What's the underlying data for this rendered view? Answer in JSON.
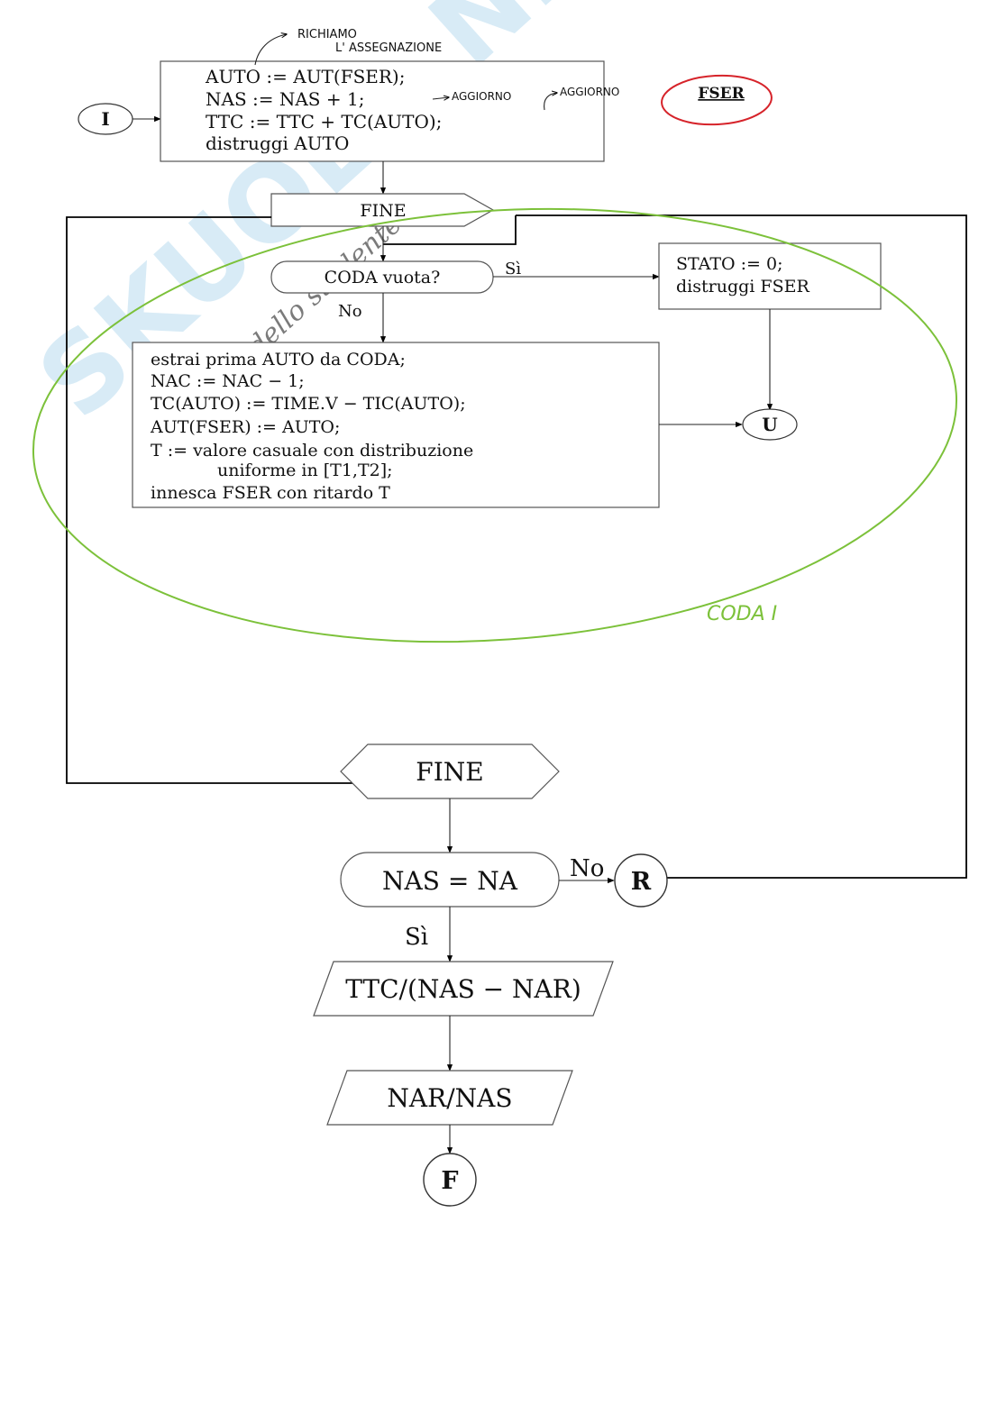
{
  "colors": {
    "ink": "#111111",
    "green_annotation": "#7cc13a",
    "red_annotation": "#d6232a",
    "watermark": "#b9dcef"
  },
  "watermark": {
    "brand": "SKUOLA.NET",
    "tagline": "il paradiso dello studente"
  },
  "start_node": {
    "label": "I"
  },
  "assign_box": {
    "lines": [
      "AUTO := AUT(FSER);",
      "NAS := NAS + 1;",
      "TTC := TTC + TC(AUTO);",
      "distruggi AUTO"
    ]
  },
  "event_name": {
    "label": "FSER"
  },
  "handwritten_notes": {
    "note_richiamo_1": "RICHIAMO",
    "note_richiamo_2": "L' ASSEGNAZIONE",
    "note_aggiorno_nas": "AGGIORNO",
    "note_aggiorno_ttc": "AGGIORNO",
    "note_coda": "CODA I"
  },
  "fine_top": {
    "label": "FINE"
  },
  "decision_queue": {
    "label": "CODA vuota?",
    "yes_label": "Sì",
    "no_label": "No"
  },
  "state_box": {
    "lines": [
      "STATO := 0;",
      "distruggi FSER"
    ]
  },
  "extract_box": {
    "lines": [
      "estrai prima AUTO da CODA;",
      "NAC := NAC − 1;",
      "TC(AUTO) := TIME.V − TIC(AUTO);",
      "AUT(FSER) := AUTO;",
      "T := valore casuale con distribuzione",
      "uniforme in [T1,T2];",
      "innesca FSER con ritardo T"
    ]
  },
  "u_node": {
    "label": "U"
  },
  "fine_bottom": {
    "label": "FINE"
  },
  "decision_nas": {
    "label": "NAS = NA",
    "no_label": "No",
    "yes_label": "Sì"
  },
  "r_node": {
    "label": "R"
  },
  "output_1": {
    "label": "TTC/(NAS − NAR)"
  },
  "output_2": {
    "label": "NAR/NAS"
  },
  "f_node": {
    "label": "F"
  }
}
